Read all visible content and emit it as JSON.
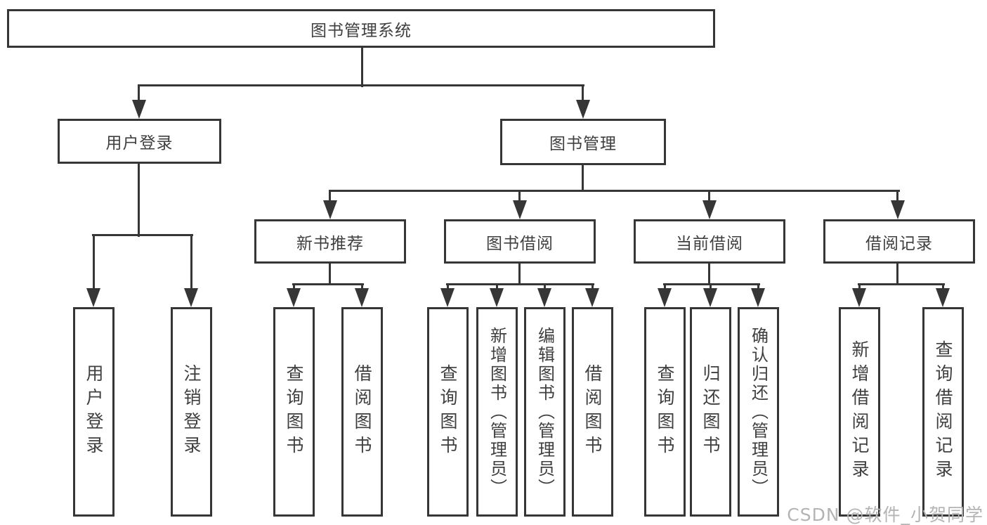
{
  "tree": {
    "root": {
      "label": "图书管理系统"
    },
    "level2": [
      {
        "label": "用户登录",
        "leaves": [
          {
            "label": "用户登录"
          },
          {
            "label": "注销登录"
          }
        ]
      },
      {
        "label": "图书管理",
        "children": [
          {
            "label": "新书推荐",
            "leaves": [
              {
                "label": "查询图书"
              },
              {
                "label": "借阅图书"
              }
            ]
          },
          {
            "label": "图书借阅",
            "leaves": [
              {
                "label": "查询图书"
              },
              {
                "label": "新增图书（管理员）"
              },
              {
                "label": "编辑图书（管理员）"
              },
              {
                "label": "借阅图书"
              }
            ]
          },
          {
            "label": "当前借阅",
            "leaves": [
              {
                "label": "查询图书"
              },
              {
                "label": "归还图书"
              },
              {
                "label": "确认归还（管理员）"
              }
            ]
          },
          {
            "label": "借阅记录",
            "leaves": [
              {
                "label": "新增借阅记录"
              },
              {
                "label": "查询借阅记录"
              }
            ]
          }
        ]
      }
    ]
  },
  "watermark": {
    "text": "CSDN @软件_小贺同学"
  },
  "colors": {
    "line": "#363636",
    "text": "#3f3f3f",
    "watermark": "#b4b4b4",
    "background": "#ffffff"
  }
}
